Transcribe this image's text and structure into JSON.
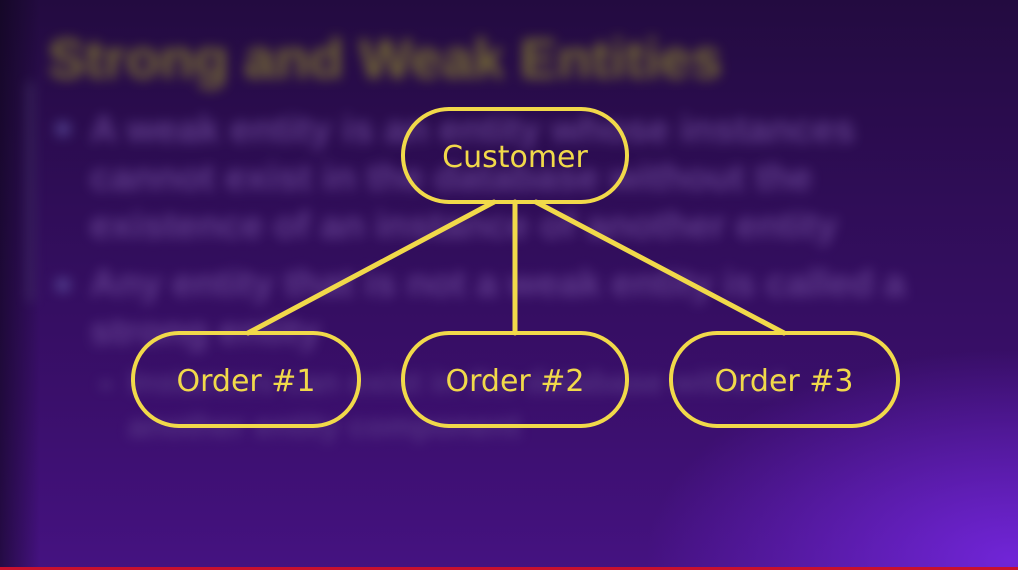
{
  "background": {
    "title": "Strong and Weak Entities",
    "bullets": [
      "A weak entity is an entity whose instances cannot exist in the database without the existence of an instance of another entity",
      "Any entity that is not a weak entity is called a strong entity"
    ],
    "sub_bullet": "Instances can exist in the database without another entity component"
  },
  "diagram": {
    "root": {
      "label": "Customer"
    },
    "children": [
      {
        "label": "Order #1"
      },
      {
        "label": "Order #2"
      },
      {
        "label": "Order #3"
      }
    ]
  },
  "colors": {
    "accent": "#f1d94a",
    "background": "#2f0d57"
  }
}
